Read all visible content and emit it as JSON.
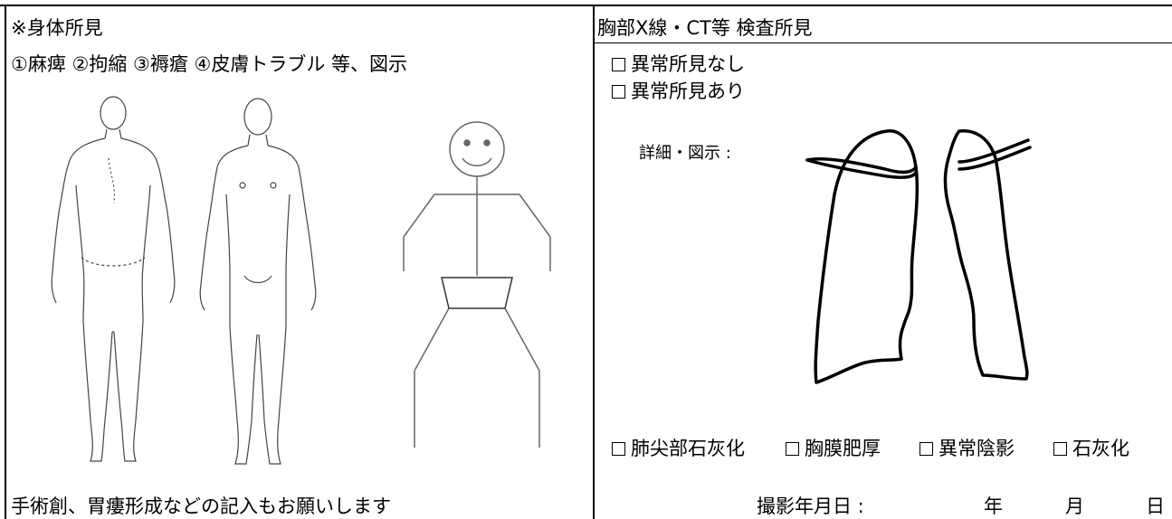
{
  "left": {
    "title": "※身体所見",
    "legend": "①麻痺 ②拘縮 ③褥瘡 ④皮膚トラブル 等、図示",
    "footer_note": "手術創、胃瘻形成などの記入もお願いします"
  },
  "right": {
    "title": "胸部X線・CT等 検査所見",
    "options": [
      {
        "label": "異常所見なし"
      },
      {
        "label": "異常所見あり"
      }
    ],
    "detail_label": "詳細・図示 :",
    "findings": [
      {
        "label": "肺尖部石灰化"
      },
      {
        "label": "胸膜肥厚"
      },
      {
        "label": "異常陰影"
      },
      {
        "label": "石灰化"
      }
    ],
    "date": {
      "label": "撮影年月日 :",
      "year": "年",
      "month": "月",
      "day": "日"
    }
  },
  "icons": {
    "body_back": "body-back-figure",
    "body_front": "body-front-figure",
    "stick": "stick-figure",
    "lungs": "lung-outline"
  }
}
